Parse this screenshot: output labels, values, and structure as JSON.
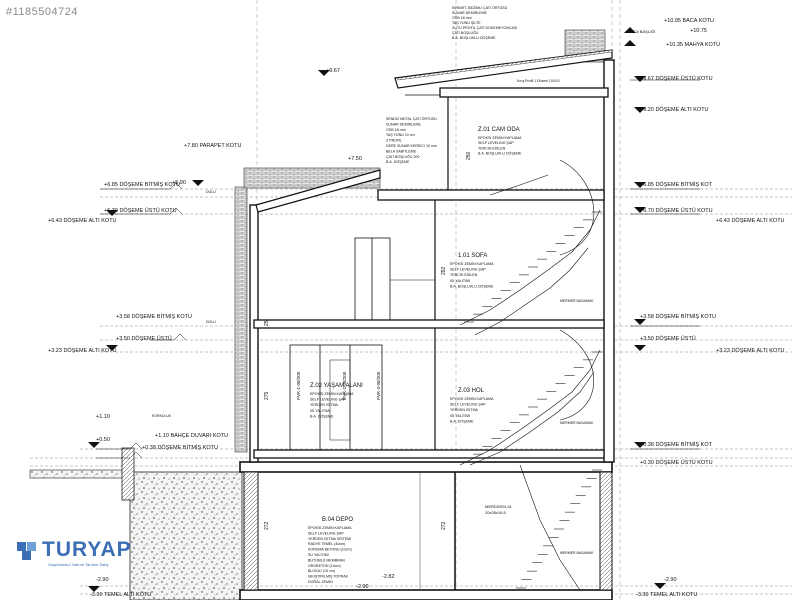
{
  "watermark": "#1185504724",
  "logo": {
    "word": "TURYAP",
    "tagline": "Gayrimenkul Yatırım Tanıtım Satış"
  },
  "rooms": {
    "cam_oda": "Z.01 CAM ODA",
    "sofa": "1.01 SOFA",
    "yasam_alani": "Z.02 YAŞAM ALANI",
    "hol": "Z.03 HOL",
    "depo": "B.04 DEPO"
  },
  "levels_left": {
    "l_967": "+9.67",
    "l_780": "+7.80 PARAPET KOTU",
    "l_750": "+7.50",
    "l_685": "+6.85 DÖŞEME BİTMİŞ KOTU",
    "l_590": "+5.90",
    "l_630": "+6.30 DÖŞEME ÜSTÜ KOTU",
    "l_643": "+6.43 DÖŞEME ALTI KOTU",
    "l_358": "+3.58 DÖŞEME BİTMİŞ KOTU",
    "l_350": "+3.50 DÖŞEME ÜSTÜ",
    "l_323": "+3.23 DÖŞEME ALTI KOTU",
    "l_110": "+1.10",
    "l_110b": "+1.10 BAHÇE DUVARI KOTU",
    "l_050": "+0.50",
    "l_038": "+0.38 DÖŞEME BİTMİŞ KOTU",
    "l_m290": "-2.90",
    "l_m330": "-3.30 TEMEL ALTI KOTU",
    "l_m282": "-2.82",
    "l_m290b": "-2.90"
  },
  "levels_right": {
    "r_1095": "+10.95 BACA KOTU",
    "r_1075": "+10.75",
    "r_1035": "+10.35 MAHYA KOTU",
    "r_967": "+9.67 DÖŞEME ÜSTÜ KOTU",
    "r_920": "+9.20 DÖŞEME ALTI KOTU",
    "r_685": "+6.85 DÖŞEME BİTMİŞ KOT",
    "r_670": "+6.70 DÖŞEME ÜSTÜ KOTU",
    "r_643": "+6.43 DÖŞEME ALTI KOTU",
    "r_358": "+3.58 DÖŞEME BİTMİŞ KOTU",
    "r_350": "+3.50 DÖŞEME ÜSTÜ",
    "r_323": "+3.23 DÖŞEME ALTI KOTU",
    "r_038": "+0.38 DÖŞEME BİTMİŞ KOT",
    "r_030": "+0.30 DÖŞEME ÜSTÜ KOTU",
    "r_m290": "-2.90",
    "r_m330": "-3.30 TEMEL ALTI KOTU"
  },
  "notes": {
    "roof_top": [
      "KİREMİT, BEZİMLİ ÇATI ÖRTÜSÜ",
      "SUNAR DEMİRLEME",
      "OSB 18 mm",
      "TAŞ YÜNÜ ŞİLTE",
      "XUTU PROFİL ÇATI DOKEMEYONCASI",
      "ÇATI BOŞLUĞU",
      "B.A. BOŞLUKLU DÖŞEME"
    ],
    "roof_mid": [
      "SENDİZ METAL ÇATI ÖRTÜSÜ",
      "SUNAR DEMİRLEME",
      "OSB 18 mm",
      "TAŞ YÜNÜ 10 cm",
      "Z PROFİL",
      "DERE SUNAR KEREİCİ 10 mm",
      "BELA SABİTLEME",
      "ÇATI BOŞLUĞU 200",
      "B.A. DÖŞEME"
    ],
    "floor_cam": [
      "EPOKSİ ZEMİN KAPLAMA",
      "SELF LEVELING ŞAP",
      "TERCİH EDİLEN",
      "B.A. BOŞLUKLU DÖŞEME"
    ],
    "floor_sofa": [
      "EPOKSİ ZEMİN KAPLAMA",
      "SELF LEVELING ŞAP",
      "TERCİH EDİLEN",
      "ISI YALITIMI",
      "B.A. BOŞLUKLU DÖŞEME"
    ],
    "floor_yasam": [
      "EPOKSİ ZEMİN KAPLAMA",
      "SELF LEVELING ŞAP",
      "YERDEN ISITMA",
      "ISI YALITIMI",
      "B.A. DÖŞEME"
    ],
    "floor_hol": [
      "EPOKSİ ZEMİN KAPLAMA",
      "SELF LEVELING ŞAP",
      "YERDEN ISITMA",
      "ISI YALITIMI",
      "B.A. DÖŞEME"
    ],
    "floor_depo": [
      "EPOKSİ ZEMİN KAPLAMA",
      "SELF LEVELING ŞAP",
      "YERDEN ISITMA SİSTEMİ",
      "RADYE TEMEL (40cm)",
      "KORUMA BETONU (10cm)",
      "SU YALITIMI",
      "BÜTÜMLÜ MEMBRAN",
      "GROBETON (10cm)",
      "BLOKAJ (15 cm)",
      "SIKIŞTIRILMIŞ TOPRAK",
      "DOĞAL ZEMİN"
    ],
    "sky_label": "Kırış Profil 1 Düzeni 100/10",
    "baca": "BACA BAŞLIĞI",
    "mermer": "MERMER BASAMAK",
    "merdiven": "MERDİVEN-01",
    "merdiven_size": "20x28x16.6",
    "korkuluk": "KORKULUK",
    "dolu": "DOLU"
  },
  "dims": {
    "d_yasam_h": "275",
    "d_slab": "25",
    "d_depo_h": "272",
    "d_sofa_h": "292",
    "d_cam_h": "250",
    "door_a": "PVK-1-08/200",
    "door_b": "PVK-2-08/200",
    "door_c": "PVK-3-08/200"
  }
}
